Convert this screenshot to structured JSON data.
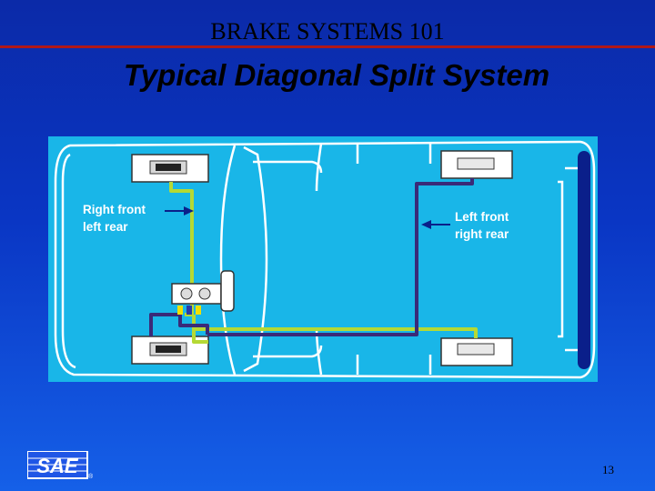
{
  "header": {
    "title": "BRAKE SYSTEMS 101"
  },
  "slide": {
    "title": "Typical Diagonal Split System",
    "page_number": "13"
  },
  "diagram": {
    "label_circuit_1": {
      "line1": "Right front",
      "line2": "left rear"
    },
    "label_circuit_2": {
      "line1": "Left front",
      "line2": "right rear"
    },
    "colors": {
      "background": "#19b6e8",
      "circuit_1_line": "#b5d934",
      "circuit_2_line": "#3a2a78",
      "body_outline": "#ffffff",
      "label_text": "#ffffff"
    }
  },
  "logo": {
    "text": "SAE",
    "mark": "®"
  }
}
